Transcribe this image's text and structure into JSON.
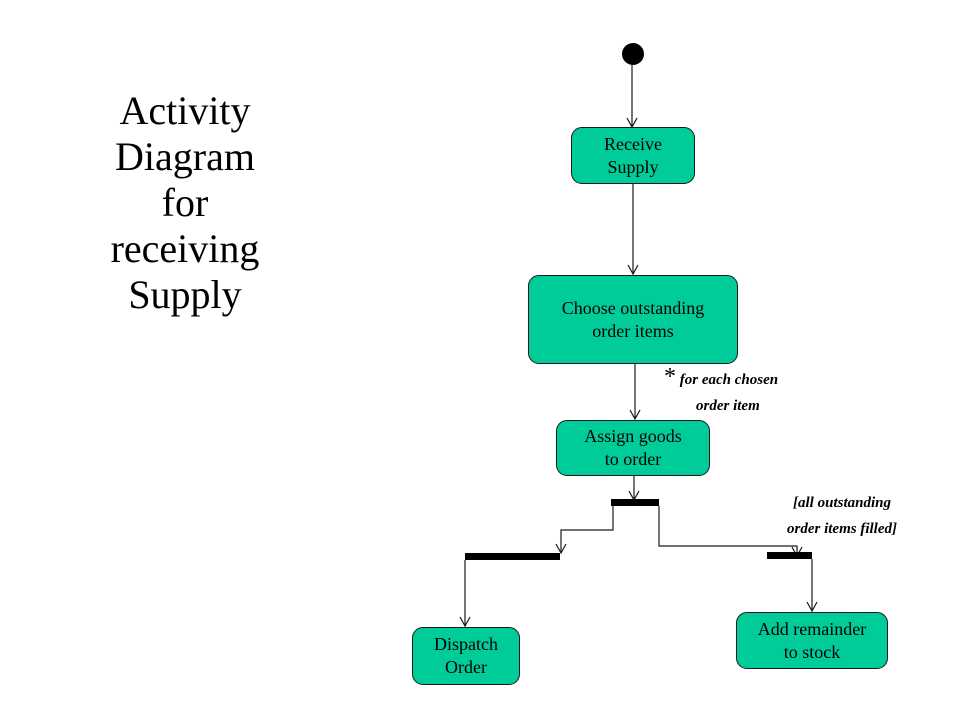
{
  "title": {
    "lines": [
      "Activity",
      "Diagram",
      "for",
      "receiving",
      "Supply"
    ]
  },
  "nodes": {
    "receive_supply": {
      "lines": [
        "Receive",
        "Supply"
      ]
    },
    "choose_items": {
      "lines": [
        "Choose outstanding",
        "order items"
      ]
    },
    "assign_goods": {
      "lines": [
        "Assign goods",
        "to order"
      ]
    },
    "dispatch_order": {
      "lines": [
        "Dispatch",
        "Order"
      ]
    },
    "add_remainder": {
      "lines": [
        "Add remainder",
        "to stock"
      ]
    }
  },
  "annotations": {
    "iteration": {
      "star": "*",
      "lines": [
        "for each chosen",
        "order item"
      ]
    },
    "guard": {
      "lines": [
        "[all outstanding",
        "order items filled]"
      ]
    }
  },
  "colors": {
    "activity_fill": "#00cc99",
    "line": "#1a1a1a",
    "sync_bar": "#000000"
  }
}
